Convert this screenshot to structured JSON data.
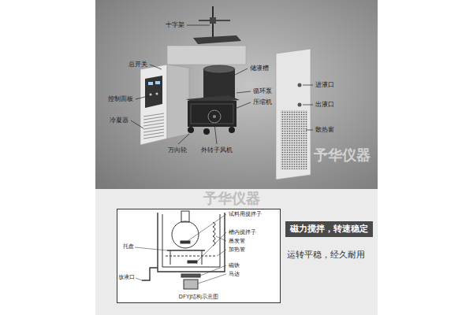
{
  "diagram": {
    "nodes": [
      {
        "text": [
          "DFYJ结构示意图"
        ]
      },
      {
        "text": [
          "磁力搅拌，转速稳定"
        ]
      }
    ],
    "labels": [
      "十字架",
      "总开关",
      "储液槽",
      "循环泵",
      "进液口",
      "控制面板",
      "压缩机",
      "出液口",
      "冷凝器",
      "散热窗",
      "万向轮",
      "外转子风机",
      "予华仪器",
      "试料用搅拌子",
      "槽内搅拌子",
      "蒸发管",
      "托盘",
      "加热管",
      "磁铁",
      "马达",
      "放液口",
      "予华仪器",
      "运转平稳，经久耐用"
    ]
  }
}
